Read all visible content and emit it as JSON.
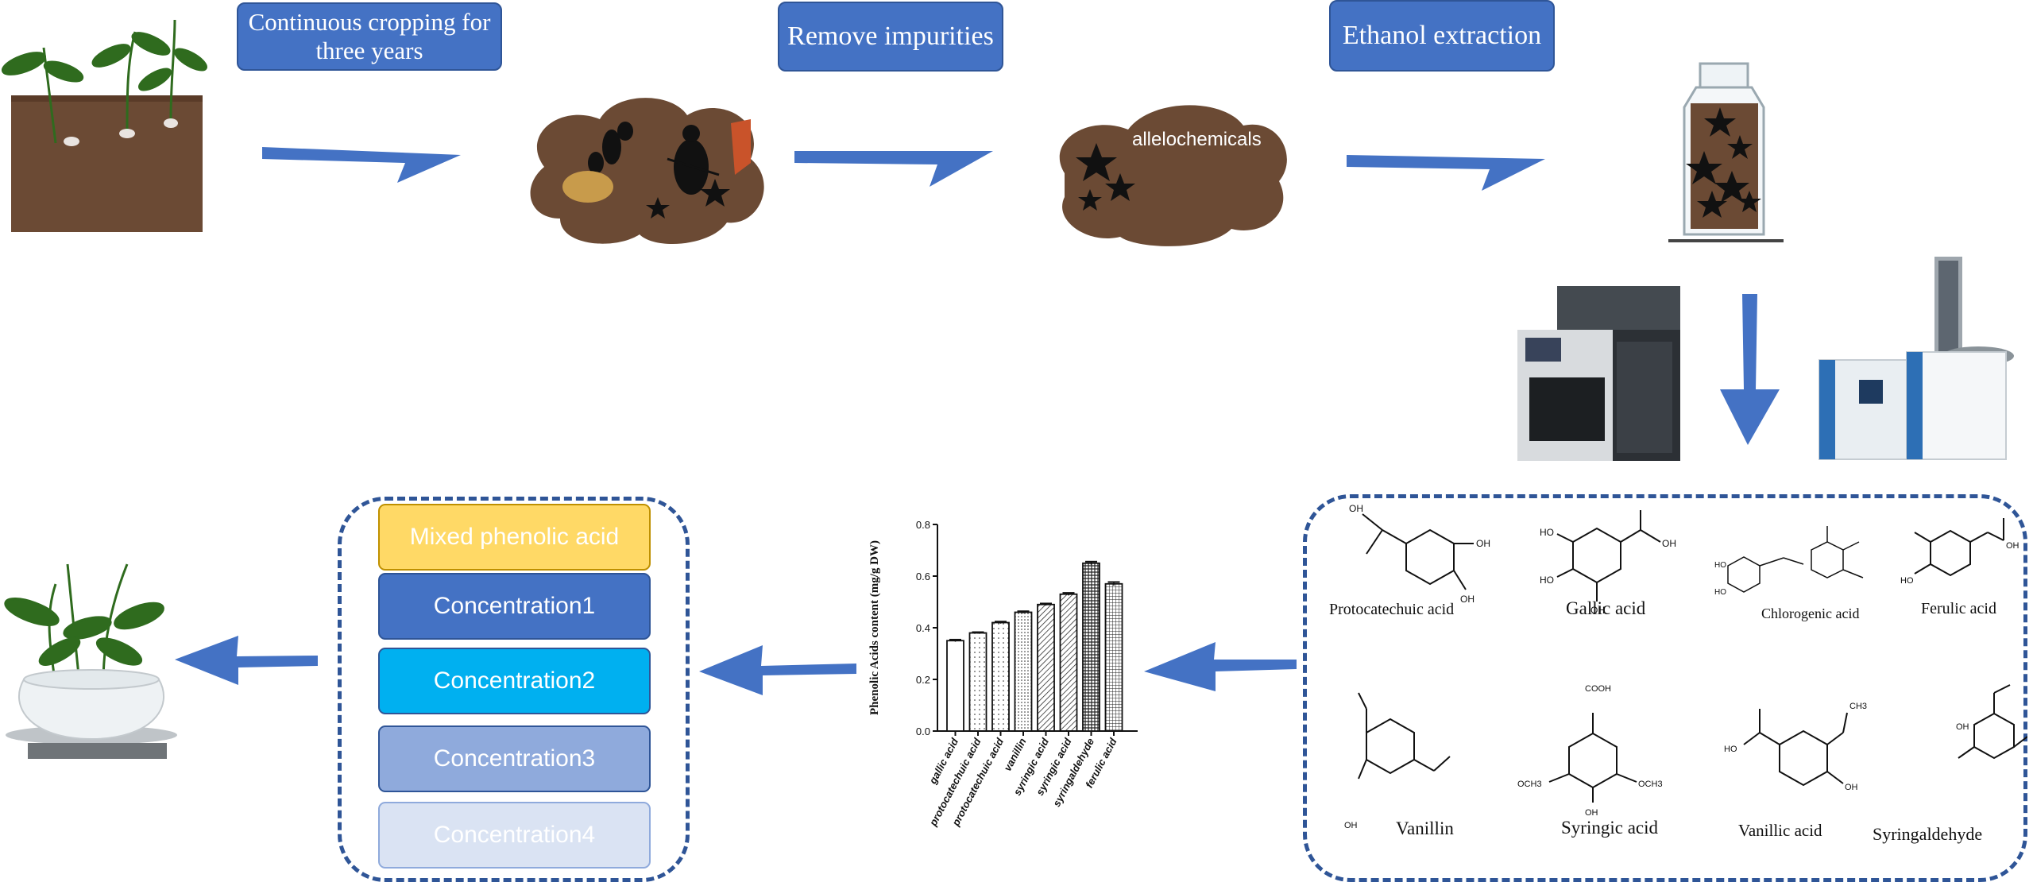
{
  "steps": {
    "step1": "Continuous cropping for three years",
    "step2": "Remove impurities",
    "step3": "Ethanol extraction"
  },
  "cloud_label": "allelochemicals",
  "treatments": [
    "Mixed phenolic acid",
    "Concentration1",
    "Concentration2",
    "Concentration3",
    "Concentration4"
  ],
  "compounds": [
    "Protocatechuic acid",
    "Gallic acid",
    "Chlorogenic acid",
    "Ferulic acid",
    "Vanillin",
    "Syringic acid",
    "Vanillic acid",
    "Syringaldehyde"
  ],
  "colors": {
    "arrow": "#4472c4",
    "label_fill": "#4472c4",
    "dash_border": "#2f5597",
    "soil": "#6b4a34",
    "mixed_fill": "#ffd966",
    "c1_fill": "#4472c4",
    "c2_fill": "#00b0f0",
    "c3_fill": "#8faadc",
    "c4_fill": "#dae3f3"
  },
  "chart_data": {
    "type": "bar",
    "categories": [
      "gallic acid",
      "protocatechuic acid",
      "protocatechuic acid",
      "vanillin",
      "syringic acid",
      "syringic acid",
      "syringaldehyde",
      "ferulic acid"
    ],
    "values": [
      0.35,
      0.38,
      0.42,
      0.46,
      0.49,
      0.53,
      0.65,
      0.57
    ],
    "errors": [
      0.004,
      0.003,
      0.004,
      0.004,
      0.004,
      0.005,
      0.006,
      0.007
    ],
    "ylabel": "Phenolic Acids content (mg/g DW)",
    "yticks": [
      "0.0",
      "0.2",
      "0.4",
      "0.6",
      "0.8"
    ],
    "ylim": [
      0,
      0.8
    ],
    "grid": false
  }
}
